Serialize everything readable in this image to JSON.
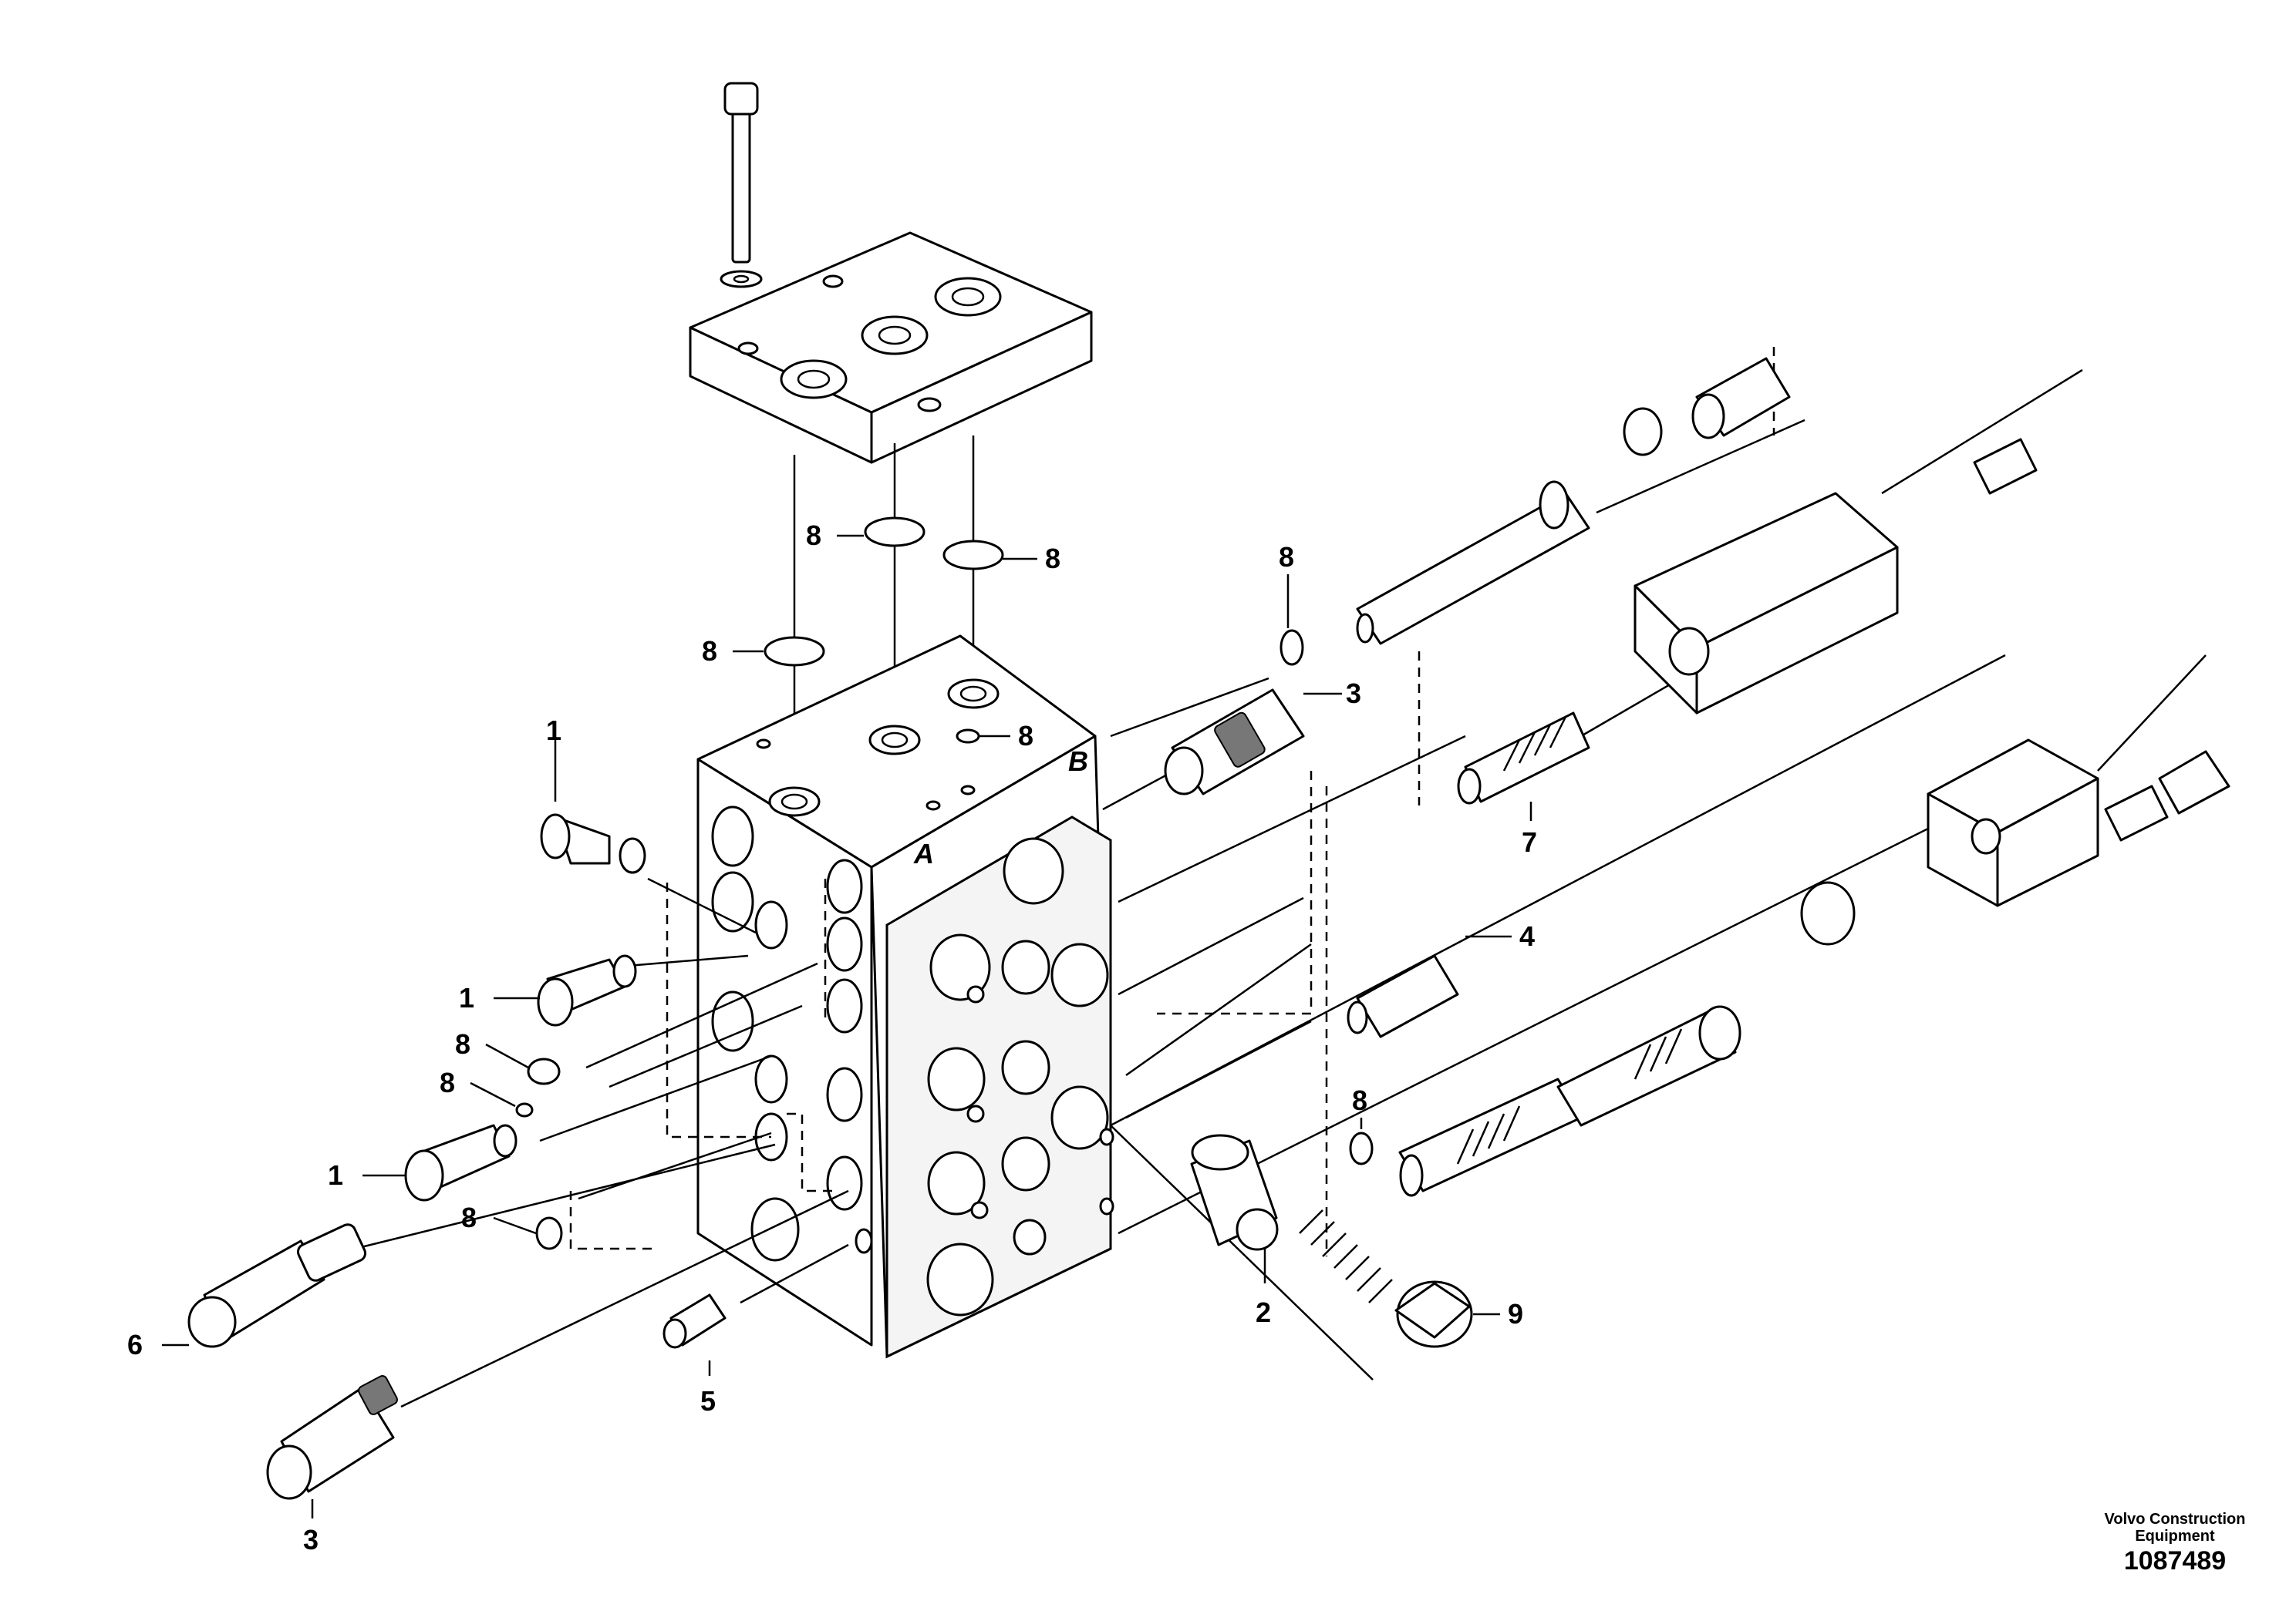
{
  "callouts": [
    "1",
    "1",
    "1",
    "2",
    "3",
    "3",
    "4",
    "5",
    "6",
    "7",
    "8",
    "8",
    "8",
    "8",
    "8",
    "8",
    "8",
    "8",
    "8",
    "9"
  ],
  "caption": {
    "line1": "Volvo Construction",
    "line2": "Equipment",
    "drawing_number": "1087489"
  }
}
